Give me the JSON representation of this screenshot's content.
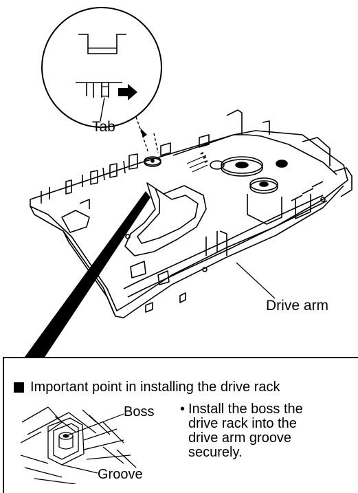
{
  "labels": {
    "tab": "Tab",
    "drive_arm": "Drive arm",
    "boss": "Boss",
    "groove": "Groove"
  },
  "note": {
    "heading": "Important point in installing the drive rack",
    "bullet": "•",
    "lines": [
      "Install the boss the",
      "drive rack into the",
      "drive arm groove",
      "securely."
    ]
  }
}
